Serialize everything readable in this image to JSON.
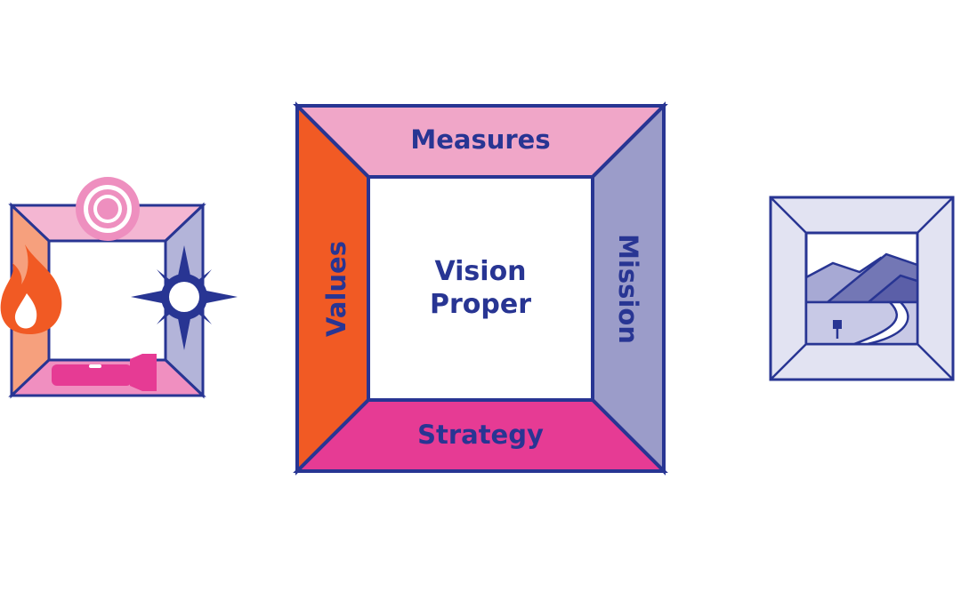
{
  "diagram": {
    "center_label_line1": "Vision",
    "center_label_line2": "Proper",
    "top_label": "Measures",
    "left_label": "Values",
    "right_label": "Mission",
    "bottom_label": "Strategy"
  },
  "colors": {
    "outline": "#283593",
    "measures": "#f0a6c8",
    "values": "#f15a24",
    "mission": "#9b9cc9",
    "strategy": "#e63b94",
    "center": "#ffffff",
    "frame_light_pink": "#f4b6d2",
    "frame_light_orange": "#f6a07d",
    "frame_light_purple": "#b3b4d9",
    "frame_light_magenta": "#f08fc0",
    "picture_frame_fill": "#e2e3f2",
    "picture_inner_sky": "#ffffff",
    "mountain_dark": "#7377b5",
    "mountain_light": "#a7a9d4",
    "target_pink": "#ee8fbf",
    "flame_orange": "#f15a24",
    "flashlight_magenta": "#e63b94",
    "compass_navy": "#283593"
  },
  "icons": {
    "left_frame_icons": [
      "target-icon",
      "compass-icon",
      "flame-icon",
      "flashlight-icon"
    ],
    "right_frame_icon": "landscape-picture-icon"
  }
}
